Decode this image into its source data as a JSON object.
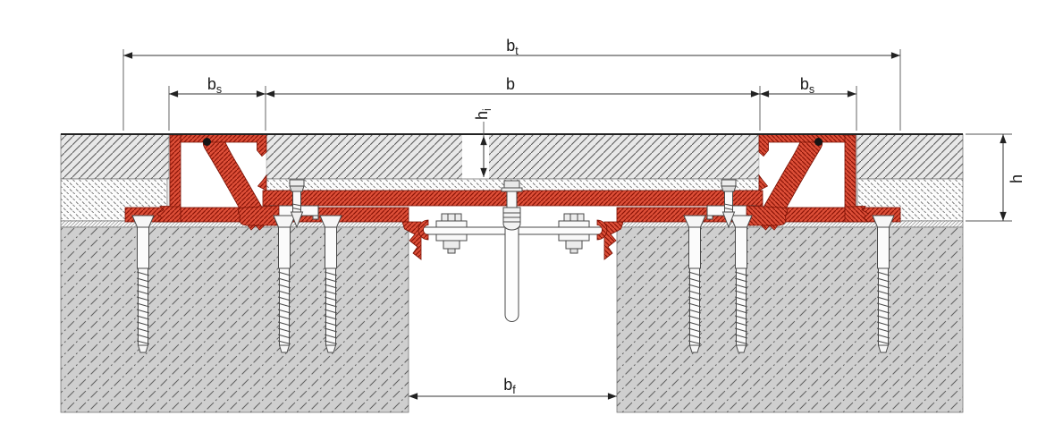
{
  "diagram": {
    "labels": {
      "bt": {
        "base": "b",
        "sub": "t"
      },
      "b": {
        "base": "b",
        "sub": ""
      },
      "bs_left": {
        "base": "b",
        "sub": "s"
      },
      "bs_right": {
        "base": "b",
        "sub": "s"
      },
      "hi": {
        "base": "h",
        "sub": "i"
      },
      "h": {
        "base": "h",
        "sub": ""
      },
      "bf": {
        "base": "b",
        "sub": "f"
      }
    },
    "colors": {
      "profile_fill": "#dd4f38",
      "profile_hatch": "#8a1407",
      "screed_bg": "#e8e8e8",
      "screed_hatch": "#5f5f5f",
      "mortar_bg": "#fcfcfc",
      "mortar_mark": "#767676",
      "concrete_bg": "#cfcfcf",
      "concrete_hatch": "#5c5c5c",
      "membrane_bg": "#f8f8f8",
      "membrane_hatch": "#7f7f7f",
      "hardware_fill": "#f6f6f6",
      "surface_line": "#222222",
      "dimension_line": "#333333",
      "label_text": "#1a1a1a"
    }
  }
}
